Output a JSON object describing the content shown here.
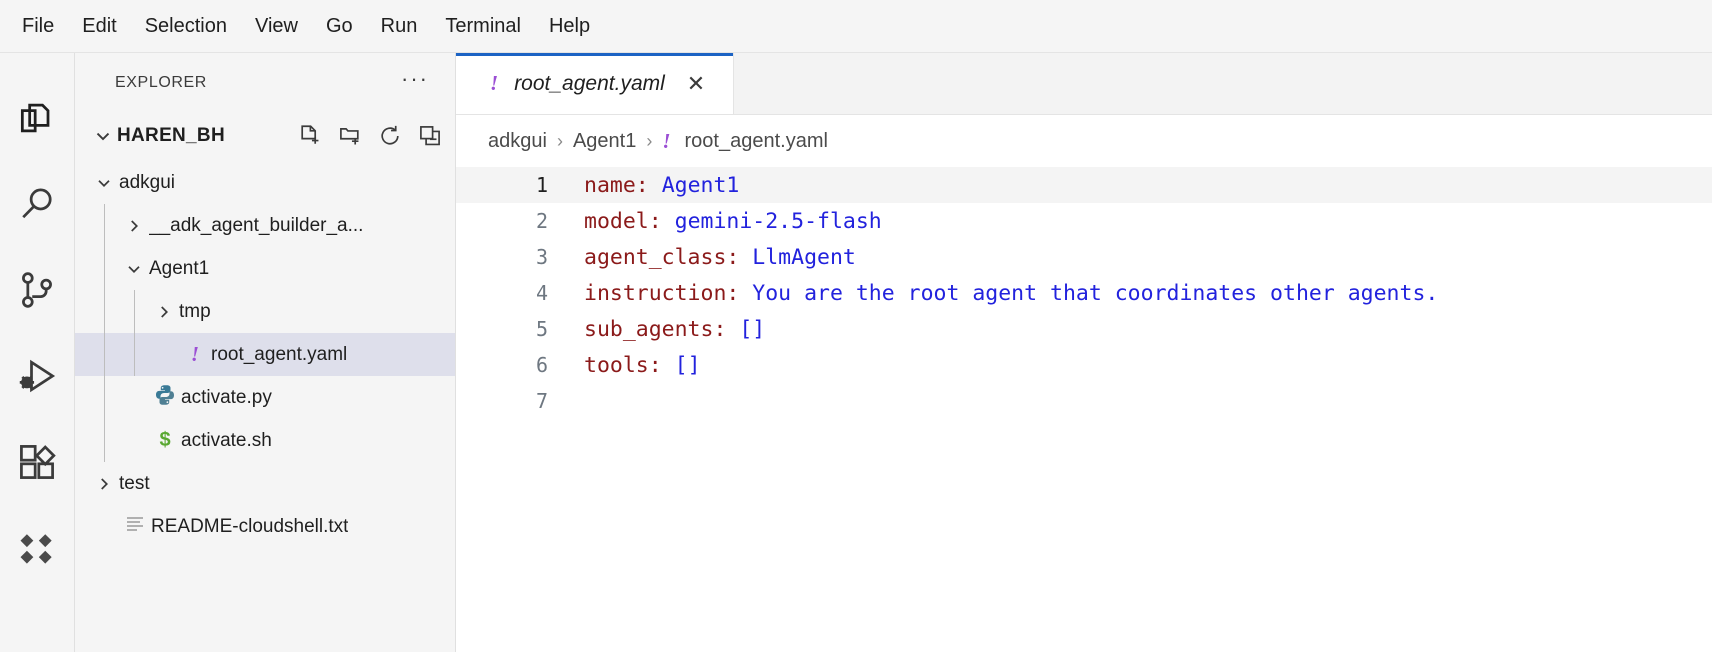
{
  "menubar": {
    "items": [
      {
        "label": "File"
      },
      {
        "label": "Edit"
      },
      {
        "label": "Selection"
      },
      {
        "label": "View"
      },
      {
        "label": "Go"
      },
      {
        "label": "Run"
      },
      {
        "label": "Terminal"
      },
      {
        "label": "Help"
      }
    ]
  },
  "activitybar": {
    "items": [
      {
        "icon": "explorer-files-icon",
        "active": true
      },
      {
        "icon": "search-icon",
        "active": false
      },
      {
        "icon": "source-control-icon",
        "active": false
      },
      {
        "icon": "run-and-debug-icon",
        "active": false
      },
      {
        "icon": "extensions-icon",
        "active": false
      },
      {
        "icon": "diamond-cluster-icon",
        "active": false
      }
    ]
  },
  "sidebar": {
    "title": "EXPLORER",
    "more_actions_label": "···",
    "root": {
      "label": "HAREN_BH",
      "expanded": true,
      "actions": [
        {
          "icon": "new-file-icon"
        },
        {
          "icon": "new-folder-icon"
        },
        {
          "icon": "refresh-icon"
        },
        {
          "icon": "collapse-all-icon"
        }
      ]
    },
    "tree": [
      {
        "label": "adkgui",
        "depth": 1,
        "type": "folder",
        "expanded": true,
        "selected": false
      },
      {
        "label": "__adk_agent_builder_a...",
        "depth": 2,
        "type": "folder",
        "expanded": false,
        "selected": false
      },
      {
        "label": "Agent1",
        "depth": 2,
        "type": "folder",
        "expanded": true,
        "selected": false
      },
      {
        "label": "tmp",
        "depth": 3,
        "type": "folder",
        "expanded": false,
        "selected": false
      },
      {
        "label": "root_agent.yaml",
        "depth": 3,
        "type": "file",
        "icon": "yaml-file-icon",
        "selected": true
      },
      {
        "label": "activate.py",
        "depth": 2,
        "type": "file",
        "icon": "python-file-icon",
        "selected": false
      },
      {
        "label": "activate.sh",
        "depth": 2,
        "type": "file",
        "icon": "shell-file-icon",
        "selected": false
      },
      {
        "label": "test",
        "depth": 1,
        "type": "folder",
        "expanded": false,
        "selected": false
      },
      {
        "label": "README-cloudshell.txt",
        "depth": 1,
        "type": "file",
        "icon": "text-file-icon",
        "selected": false
      }
    ]
  },
  "editor": {
    "tabs": [
      {
        "label": "root_agent.yaml",
        "icon": "yaml-file-icon",
        "active": true,
        "preview": true,
        "close_label": "✕"
      }
    ],
    "breadcrumbs": [
      {
        "label": "adkgui",
        "icon": null
      },
      {
        "label": "Agent1",
        "icon": null
      },
      {
        "label": "root_agent.yaml",
        "icon": "yaml-file-icon"
      }
    ],
    "breadcrumb_separator": "›",
    "active_line": 1,
    "lines": [
      {
        "num": "1",
        "segments": [
          {
            "t": "name:",
            "c": "k"
          },
          {
            "t": " ",
            "c": "p"
          },
          {
            "t": "Agent1",
            "c": "v"
          }
        ]
      },
      {
        "num": "2",
        "segments": [
          {
            "t": "model:",
            "c": "k"
          },
          {
            "t": " ",
            "c": "p"
          },
          {
            "t": "gemini-2.5-flash",
            "c": "v"
          }
        ]
      },
      {
        "num": "3",
        "segments": [
          {
            "t": "agent_class:",
            "c": "k"
          },
          {
            "t": " ",
            "c": "p"
          },
          {
            "t": "LlmAgent",
            "c": "v"
          }
        ]
      },
      {
        "num": "4",
        "segments": [
          {
            "t": "instruction:",
            "c": "k"
          },
          {
            "t": " ",
            "c": "p"
          },
          {
            "t": "You are the root agent that coordinates other agents.",
            "c": "v"
          }
        ]
      },
      {
        "num": "5",
        "segments": [
          {
            "t": "sub_agents:",
            "c": "k"
          },
          {
            "t": " ",
            "c": "p"
          },
          {
            "t": "[]",
            "c": "v"
          }
        ]
      },
      {
        "num": "6",
        "segments": [
          {
            "t": "tools:",
            "c": "k"
          },
          {
            "t": " ",
            "c": "p"
          },
          {
            "t": "[]",
            "c": "v"
          }
        ]
      },
      {
        "num": "7",
        "segments": []
      }
    ]
  },
  "colors": {
    "accent_tab_border": "#1c63c4",
    "selection_bg": "#dedfeb",
    "yaml_icon": "#9b4fd4",
    "python_icon": "#3a7a96",
    "shell_icon": "#5aa832",
    "key_color": "#8b1a1a",
    "value_color": "#2222dd",
    "sidebar_bg": "#f5f5f5",
    "editor_bg": "#ffffff"
  }
}
